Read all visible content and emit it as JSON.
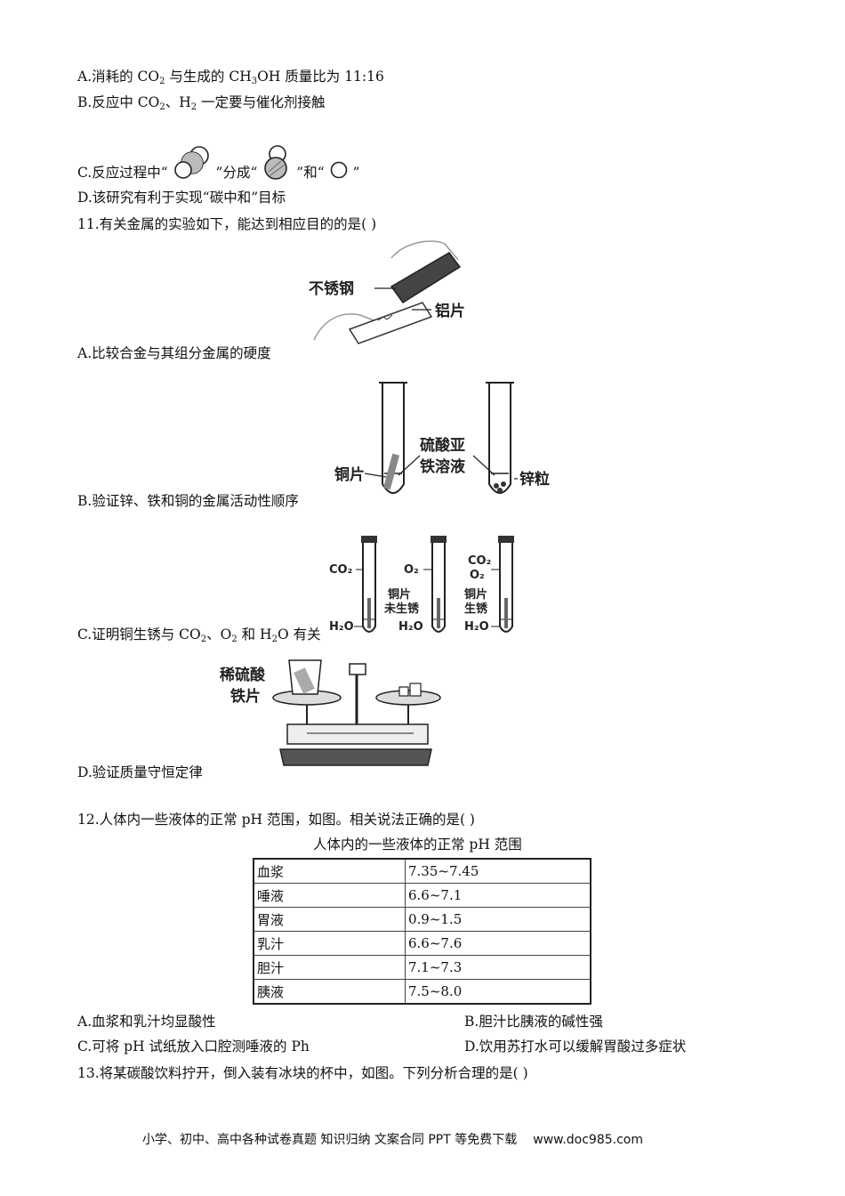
{
  "q10": {
    "optA_pre": "A.消耗的 CO",
    "optA_sub1": "2",
    "optA_post": " 与生成的 CH",
    "optA_sub2": "3",
    "optA_tail": "OH 质量比为 11:16",
    "optB_pre": "B.反应中 CO",
    "optB_sub1": "2",
    "optB_mid": "、H",
    "optB_sub2": "2",
    "optB_tail": " 一定要与催化剂接触",
    "optC_a": "C.反应过程中“",
    "optC_b": "”分成“",
    "optC_c": "”和“",
    "optC_d": "”",
    "optD": "D.该研究有利于实现“碳中和”目标"
  },
  "q11": {
    "stem": "11.有关金属的实验如下，能达到相应目的的是(    )",
    "optA": "A.比较合金与其组分金属的硬度",
    "figA_label1": "不锈钢",
    "figA_label2": "铝片",
    "optB": "B.验证锌、铁和铜的金属活动性顺序",
    "figB_label1": "铜片",
    "figB_label2": "硫酸亚",
    "figB_label3": "铁溶液",
    "figB_label4": "锌粒",
    "optC_pre": "C.证明铜生锈与 CO",
    "optC_sub1": "2",
    "optC_mid": "、O",
    "optC_sub2": "2",
    "optC_mid2": " 和 H",
    "optC_sub3": "2",
    "optC_tail": "O 有关",
    "figC_co2": "CO₂",
    "figC_o2": "O₂",
    "figC_h2o": "H₂O",
    "figC_copper": "铜片",
    "figC_norust": "未生锈",
    "figC_rust": "生锈",
    "optD": "D.验证质量守恒定律",
    "figD_label1": "稀硫酸",
    "figD_label2": "铁片"
  },
  "q12": {
    "stem": "12.人体内一些液体的正常 pH 范围，如图。相关说法正确的是(    )",
    "table_title": "人体内的一些液体的正常 pH 范围",
    "rows": [
      [
        "血浆",
        "7.35~7.45"
      ],
      [
        "唾液",
        "6.6~7.1"
      ],
      [
        "胃液",
        "0.9~1.5"
      ],
      [
        "乳汁",
        "6.6~7.6"
      ],
      [
        "胆汁",
        "7.1~7.3"
      ],
      [
        "胰液",
        "7.5~8.0"
      ]
    ],
    "optA": "A.血浆和乳汁均显酸性",
    "optB": "B.胆汁比胰液的碱性强",
    "optC": "C.可将 pH 试纸放入口腔测唾液的 Ph",
    "optD": "D.饮用苏打水可以缓解胃酸过多症状"
  },
  "q13": {
    "stem": "13.将某碳酸饮料拧开，倒入装有冰块的杯中，如图。下列分析合理的是(    )"
  },
  "footer": {
    "text": "小学、初中、高中各种试卷真题  知识归纳  文案合同  PPT 等免费下载",
    "url": "www.doc985.com"
  }
}
